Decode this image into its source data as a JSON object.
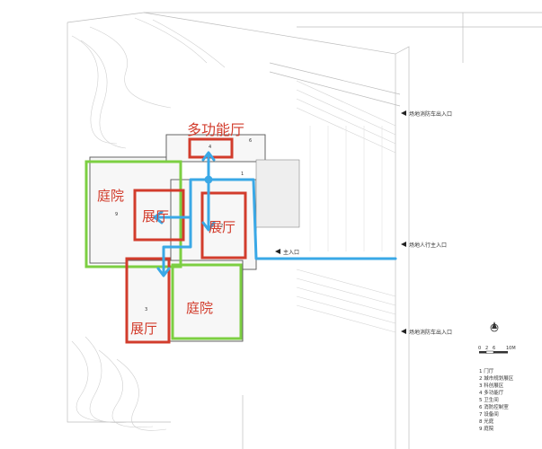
{
  "colors": {
    "red_box": "#d23c2c",
    "green_box": "#7ccf42",
    "blue_path": "#3aa8e6",
    "line": "#9a9a9a"
  },
  "labels": {
    "multipurpose_hall": "多功能厅",
    "courtyard_left": "庭院",
    "exhibition_a": "展厅",
    "exhibition_b": "展厅",
    "exhibition_c": "展厅",
    "courtyard_right": "庭院"
  },
  "entrances": {
    "fire_top": "场地消防车出入口",
    "pedestrian": "场地人行主入口",
    "main": "主入口",
    "fire_bottom": "场地消防车出入口"
  },
  "room_numbers": {
    "n1": "1",
    "n2": "2",
    "n3": "3",
    "n4": "4",
    "n6": "6",
    "n9": "9"
  },
  "scale": {
    "ticks": [
      "0",
      "2",
      "6",
      "10M"
    ]
  },
  "legend": [
    "1 门厅",
    "2 城市规划展区",
    "3 科创展区",
    "4 多功能厅",
    "5 卫生间",
    "6 消防控制室",
    "7 设备间",
    "8 光庭",
    "9 庭院"
  ]
}
